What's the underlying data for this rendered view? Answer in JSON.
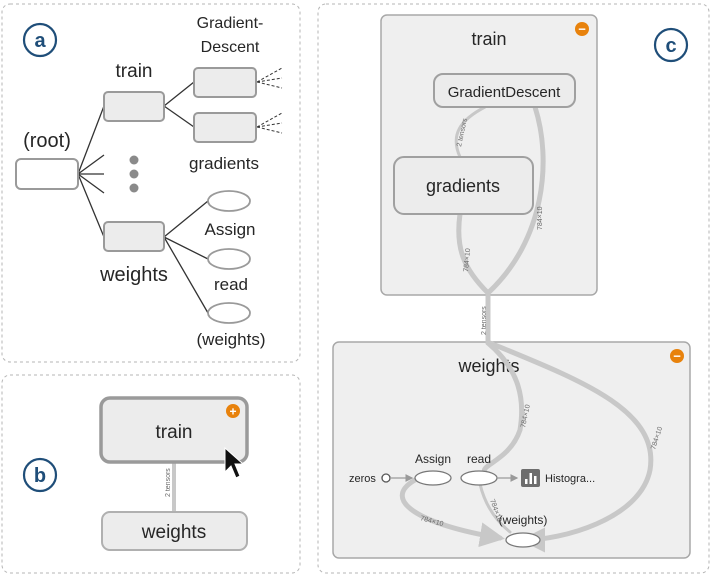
{
  "panels": {
    "a": {
      "badge": "a",
      "root_label": "(root)",
      "train_label": "train",
      "gradient_descent_label_line1": "Gradient-",
      "gradient_descent_label_line2": "Descent",
      "gradients_label": "gradients",
      "weights_label": "weights",
      "assign_label": "Assign",
      "read_label": "read",
      "weights_var_label": "(weights)"
    },
    "b": {
      "badge": "b",
      "train_label": "train",
      "weights_label": "weights",
      "edge_label": "2 tensors",
      "expand_glyph": "+"
    },
    "c": {
      "badge": "c",
      "train_group_label": "train",
      "gradient_descent_label": "GradientDescent",
      "gradients_label": "gradients",
      "weights_group_label": "weights",
      "zeros_label": "zeros",
      "assign_label": "Assign",
      "read_label": "read",
      "histogram_label": "Histogra...",
      "weights_var_label": "(weights)",
      "collapse_glyph": "−",
      "edge_labels": {
        "gd_to_gradients": "2 tensors",
        "gradients_to_gd": "784×10",
        "gradients_out": "784×10",
        "train_to_weights": "2 tensors",
        "weights_into_read": "784×10",
        "outer_right": "784×10",
        "assign_to_var": "784×10",
        "read_to_var": "784×10"
      }
    }
  },
  "colors": {
    "badge": "#1f4e79",
    "node_fill": "#ececec",
    "node_stroke": "#9a9a9a",
    "panel_fill": "#efefef",
    "toggle": "#e8820c",
    "edge": "#c8c8c8"
  },
  "icons": {
    "expand": "plus-circle-icon",
    "collapse": "minus-circle-icon",
    "cursor": "mouse-pointer-icon",
    "histogram": "bar-chart-icon"
  }
}
